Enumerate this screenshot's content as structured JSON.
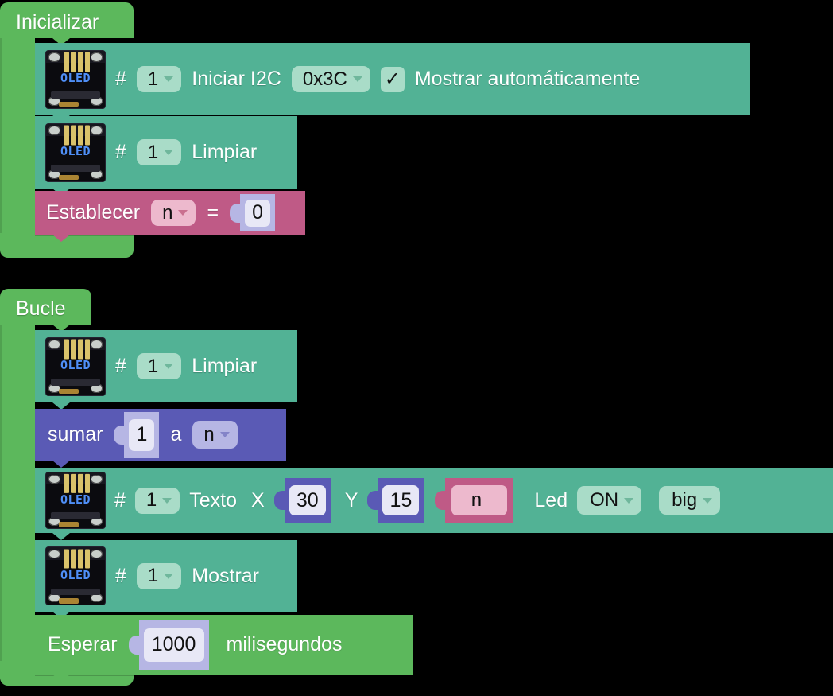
{
  "editor": {
    "kind": "blockly-visual-programming",
    "language": "es",
    "background": "#000000"
  },
  "colors": {
    "hat_green": "#5cb85c",
    "oled_teal": "#52b295",
    "variable_pink": "#bf5a86",
    "math_indigo": "#5a5ab5",
    "field_mint": "#a9dcc8",
    "field_lavender": "#b6b6e4",
    "field_pink": "#edb9cd",
    "text_white": "#ffffff"
  },
  "scripts": [
    {
      "id": "setup",
      "hat_label": "Inicializar",
      "blocks": [
        {
          "type": "oled-begin",
          "icon": "oled-display-icon",
          "icon_text": "OLED",
          "hash": "#",
          "port": "1",
          "action": "Iniciar I2C",
          "address": "0x3C",
          "checkbox": "✓",
          "checkbox_label": "Mostrar automáticamente"
        },
        {
          "type": "oled-clear",
          "icon": "oled-display-icon",
          "icon_text": "OLED",
          "hash": "#",
          "port": "1",
          "action": "Limpiar"
        },
        {
          "type": "variable-set",
          "action": "Establecer",
          "variable": "n",
          "operator": "=",
          "value": "0"
        }
      ]
    },
    {
      "id": "loop",
      "hat_label": "Bucle",
      "blocks": [
        {
          "type": "oled-clear",
          "icon": "oled-display-icon",
          "icon_text": "OLED",
          "hash": "#",
          "port": "1",
          "action": "Limpiar"
        },
        {
          "type": "variable-change",
          "action": "sumar",
          "amount": "1",
          "preposition": "a",
          "variable": "n"
        },
        {
          "type": "oled-text",
          "icon": "oled-display-icon",
          "icon_text": "OLED",
          "hash": "#",
          "port": "1",
          "action": "Texto",
          "x_label": "X",
          "x_value": "30",
          "y_label": "Y",
          "y_value": "15",
          "content_variable": "n",
          "led_label": "Led",
          "led_state": "ON",
          "size": "big"
        },
        {
          "type": "oled-display",
          "icon": "oled-display-icon",
          "icon_text": "OLED",
          "hash": "#",
          "port": "1",
          "action": "Mostrar"
        },
        {
          "type": "wait",
          "action": "Esperar",
          "value": "1000",
          "unit": "milisegundos"
        }
      ]
    }
  ]
}
